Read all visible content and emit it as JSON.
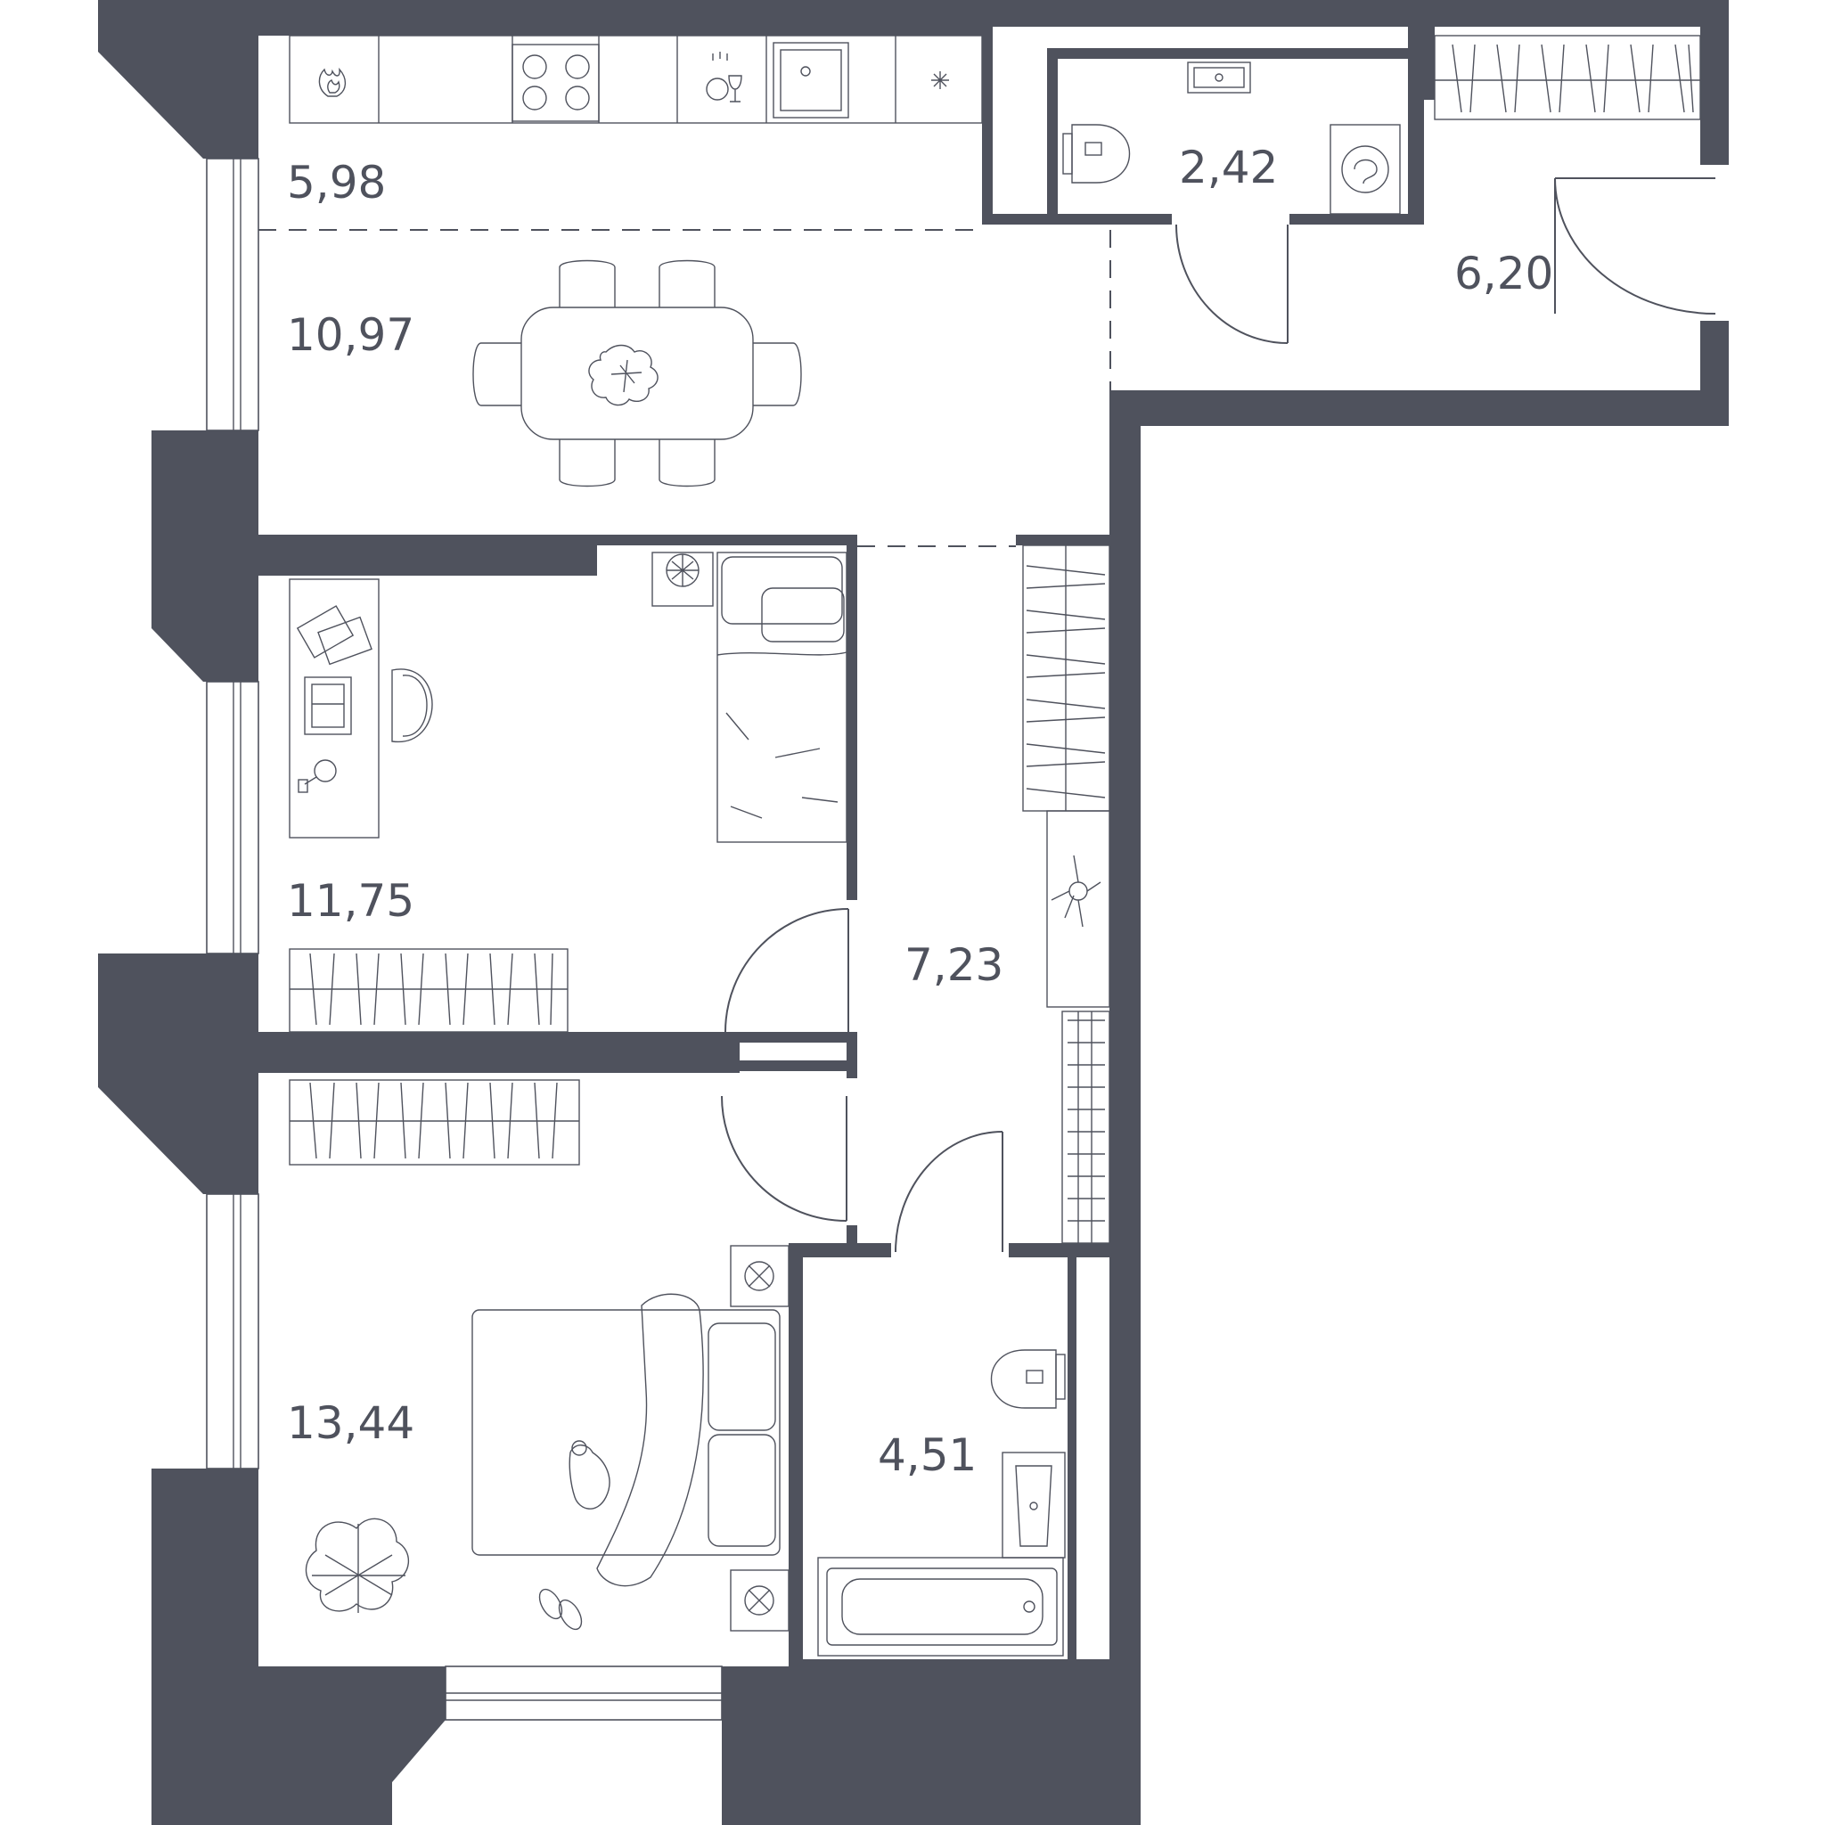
{
  "colors": {
    "wall": "#4f525d",
    "background": "#ffffff"
  },
  "rooms": [
    {
      "id": "kitchen",
      "area": "5,98"
    },
    {
      "id": "dining",
      "area": "10,97"
    },
    {
      "id": "wc",
      "area": "2,42"
    },
    {
      "id": "hall",
      "area": "6,20"
    },
    {
      "id": "study-bedroom",
      "area": "11,75"
    },
    {
      "id": "corridor",
      "area": "7,23"
    },
    {
      "id": "bedroom",
      "area": "13,44"
    },
    {
      "id": "bathroom",
      "area": "4,51"
    }
  ],
  "icons": [
    "gas-stove-icon",
    "cooktop-icon",
    "dishwasher-icon",
    "sink-icon",
    "fridge-icon",
    "toilet-icon",
    "washer-icon",
    "bathtub-icon",
    "plant-icon",
    "cat-icon",
    "slippers-icon"
  ]
}
